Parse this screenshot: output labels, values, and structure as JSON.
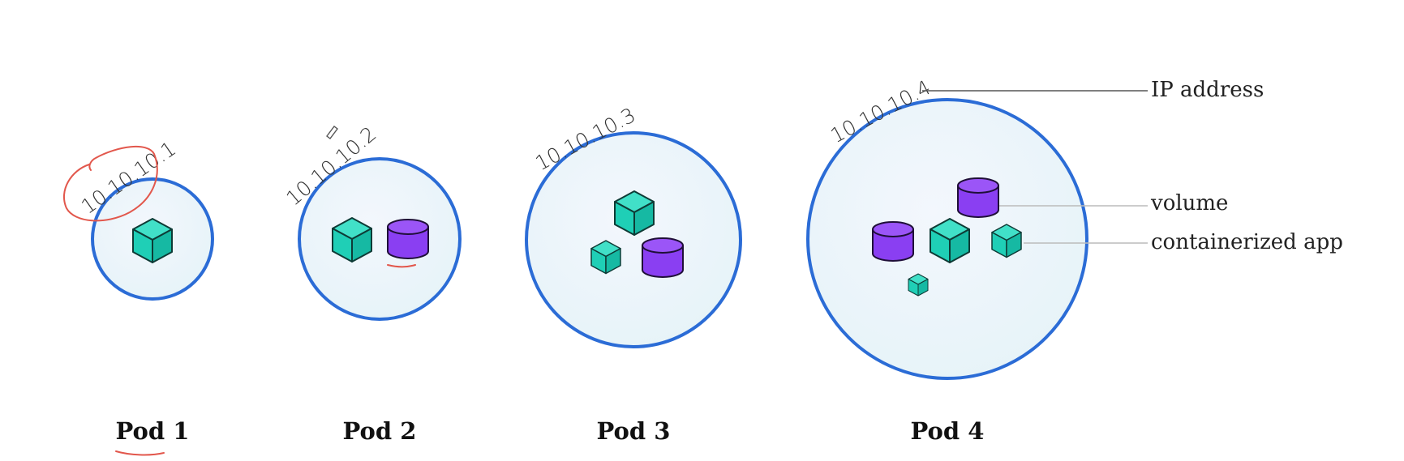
{
  "diagram": {
    "pods": [
      {
        "label": "Pod 1",
        "ip": "10.10.10.1"
      },
      {
        "label": "Pod 2",
        "ip": "10.10.10.2"
      },
      {
        "label": "Pod 3",
        "ip": "10.10.10.3"
      },
      {
        "label": "Pod 4",
        "ip": "10.10.10.4"
      }
    ],
    "legend": {
      "ip_address": "IP address",
      "volume": "volume",
      "containerized_app": "containerized app"
    },
    "colors": {
      "pod_outline": "#2b6cd6",
      "pod_fill": "#eaf3fb",
      "container_cube": "#1fcfb6",
      "volume_cylinder": "#8a3ff2",
      "annotation": "#e2574c"
    },
    "icons": [
      "cube-icon",
      "cylinder-icon"
    ]
  }
}
